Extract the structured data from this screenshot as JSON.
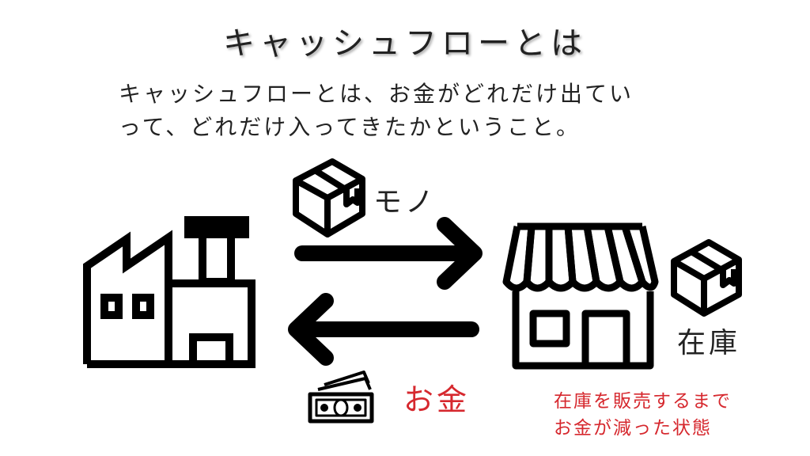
{
  "title": "キャッシュフローとは",
  "description": {
    "line1": "キャッシュフローとは、お金がどれだけ出てい",
    "line2": "って、どれだけ入ってきたかということ。"
  },
  "diagram": {
    "goods_label": "モノ",
    "money_label": "お金",
    "stock_label": "在庫",
    "note": {
      "line1": "在庫を販売するまで",
      "line2": "お金が減った状態"
    }
  },
  "colors": {
    "accent_red": "#d6282e",
    "text": "#222222"
  },
  "icons": {
    "factory": "factory-icon",
    "store": "store-icon",
    "box": "box-icon",
    "money": "banknote-icon",
    "arrow_right": "arrow-right-icon",
    "arrow_left": "arrow-left-icon"
  }
}
